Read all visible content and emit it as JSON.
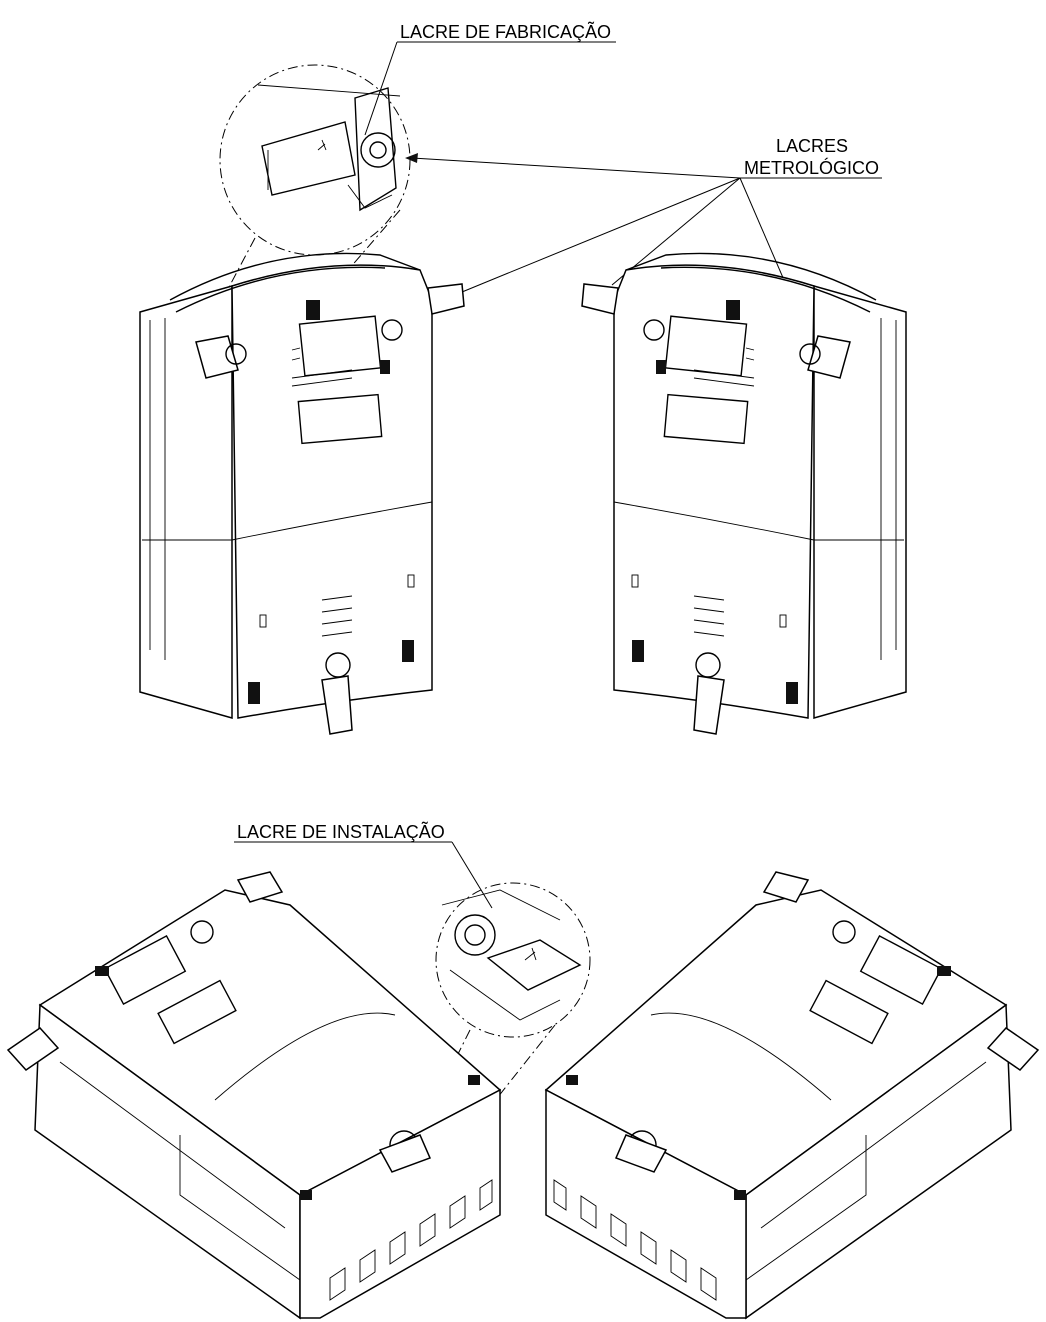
{
  "labels": {
    "lacre_fabricacao": "LACRE DE FABRICAÇÃO",
    "lacres_line1": "LACRES",
    "lacres_line2": "METROLÓGICO",
    "lacre_instalacao": "LACRE DE INSTALAÇÃO"
  }
}
